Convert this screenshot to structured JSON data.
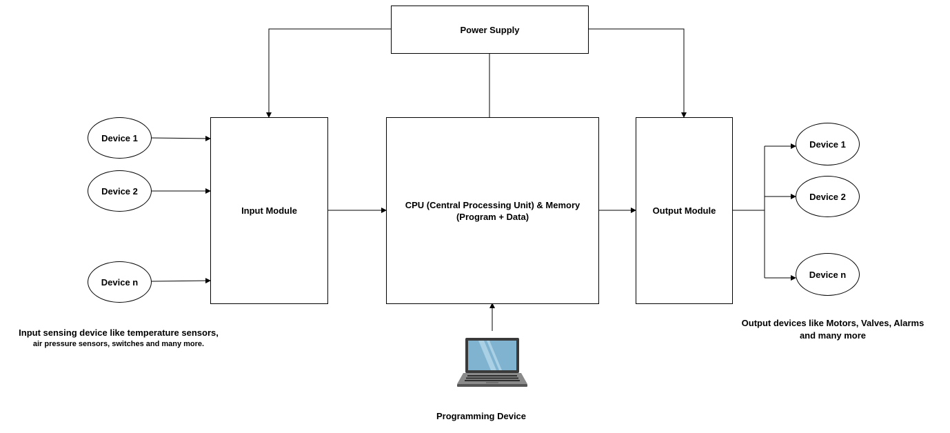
{
  "power_supply": {
    "label": "Power Supply"
  },
  "input_module": {
    "label": "Input Module"
  },
  "cpu": {
    "label_line1": "CPU (Central Processing Unit) & Memory",
    "label_line2": "(Program + Data)"
  },
  "output_module": {
    "label": "Output Module"
  },
  "input_devices": [
    {
      "label": "Device 1"
    },
    {
      "label": "Device 2"
    },
    {
      "label": "Device n"
    }
  ],
  "output_devices": [
    {
      "label": "Device 1"
    },
    {
      "label": "Device 2"
    },
    {
      "label": "Device n"
    }
  ],
  "input_caption": {
    "line1": "Input sensing device like temperature sensors,",
    "line2": "air pressure sensors, switches and many more."
  },
  "output_caption": {
    "line1": "Output devices like Motors, Valves, Alarms",
    "line2": "and many more"
  },
  "programming_device": {
    "label": "Programming Device",
    "icon": "laptop-icon"
  },
  "colors": {
    "line": "#000000",
    "box_fill": "#ffffff",
    "laptop_screen": "#7fb3d0",
    "laptop_frame": "#3a3a3a"
  }
}
